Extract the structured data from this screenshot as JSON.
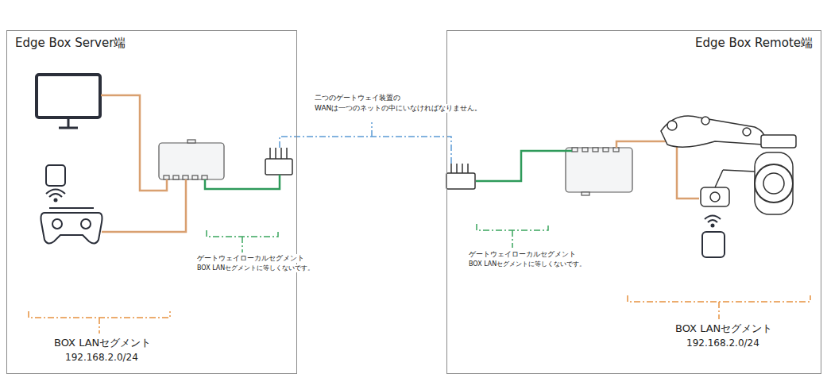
{
  "diagram": {
    "nodes": [
      {
        "text": [
          "Edge Box Server端"
        ]
      },
      {
        "text": [
          "Edge Box Remote端"
        ]
      }
    ],
    "labels": [
      "二つのゲートウェイ装置の",
      "WANは一つのネットの中にいなければなりません。",
      "ゲートウェイローカルセグメント",
      "BOX LANセグメントに等しくないです。",
      "ゲートウェイローカルセグメント",
      "BOX LANセグメントに等しくないです。",
      "BOX LANセグメント",
      "192.168.2.0/24",
      "BOX LANセグメント",
      "192.168.2.0/24"
    ]
  }
}
